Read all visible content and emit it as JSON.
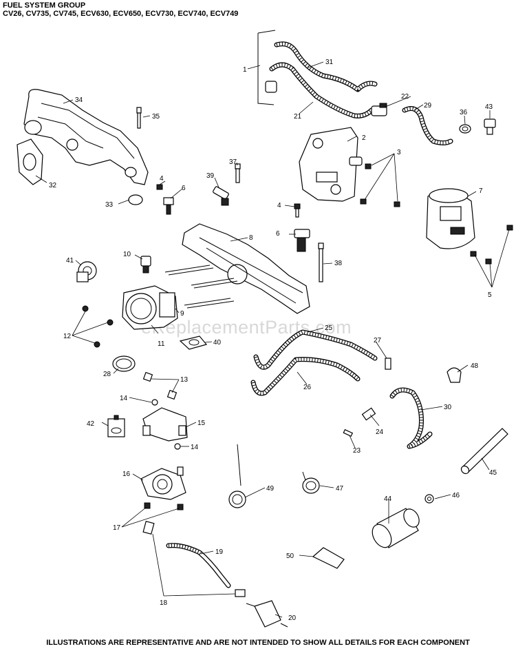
{
  "header": {
    "title": "FUEL SYSTEM GROUP",
    "models": "CV26, CV735, CV745, ECV630, ECV650, ECV730, ECV740, ECV749"
  },
  "footer": "ILLUSTRATIONS ARE REPRESENTATIVE AND ARE NOT INTENDED TO SHOW ALL DETAILS FOR EACH COMPONENT",
  "watermark": "eReplacementParts.com",
  "callouts": [
    "1",
    "2",
    "3",
    "4",
    "5",
    "6",
    "7",
    "8",
    "9",
    "10",
    "11",
    "12",
    "13",
    "14",
    "15",
    "16",
    "17",
    "18",
    "19",
    "20",
    "21",
    "22",
    "23",
    "24",
    "25",
    "26",
    "27",
    "28",
    "29",
    "30",
    "31",
    "32",
    "33",
    "34",
    "35",
    "36",
    "37",
    "38",
    "39",
    "40",
    "41",
    "42",
    "43",
    "44",
    "45",
    "46",
    "47",
    "48",
    "49",
    "50"
  ]
}
